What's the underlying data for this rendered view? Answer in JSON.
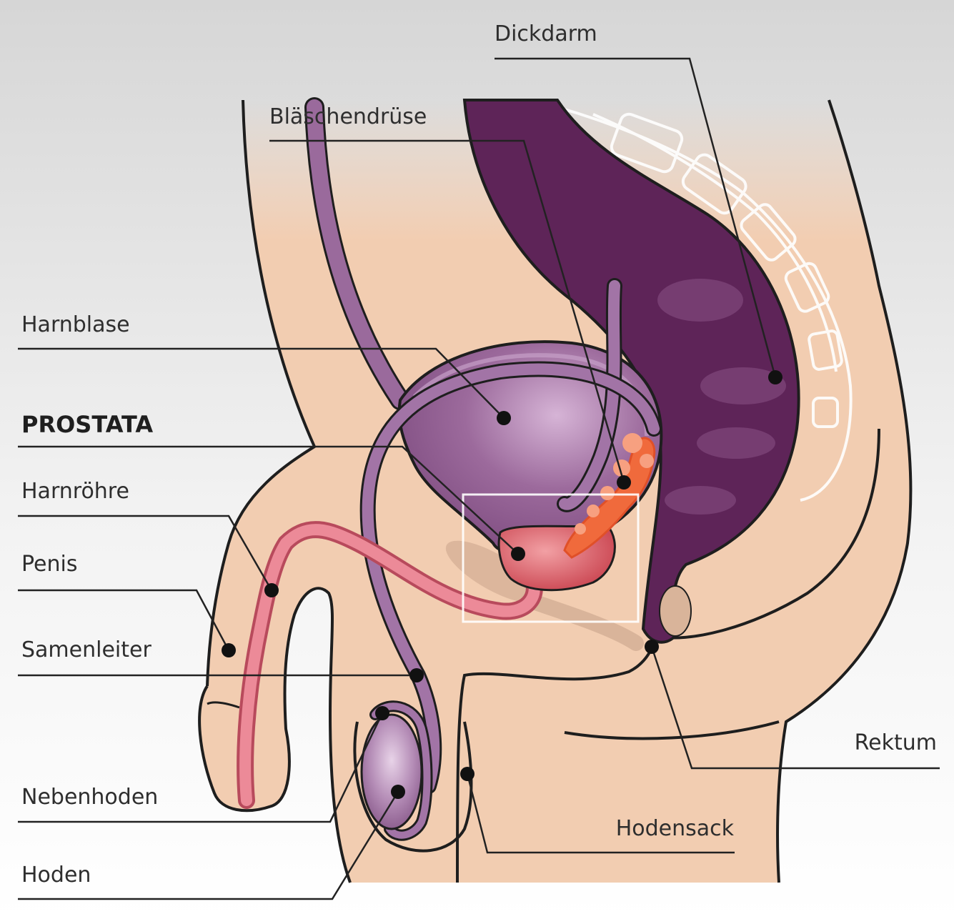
{
  "labels": {
    "dickdarm": "Dickdarm",
    "blaeschendruese": "Bläschendrüse",
    "harnblase": "Harnblase",
    "prostata": "PROSTATA",
    "harnroehre": "Harnröhre",
    "penis": "Penis",
    "samenleiter": "Samenleiter",
    "rektum": "Rektum",
    "hodensack": "Hodensack",
    "nebenhoden": "Nebenhoden",
    "hoden": "Hoden"
  },
  "colors": {
    "background_top": "#dcdcdc",
    "background_bottom": "#ffffff",
    "skin": "#f2cdb1",
    "organ_purple": "#8e5a8e",
    "colon_dark": "#5e2458",
    "urethra_pink": "#e87c8c",
    "prostate_red": "#d8505a",
    "seminal_orange": "#f06a3c",
    "leader_line": "#222222",
    "outline": "#1e1e1e"
  },
  "highlight_box": "prostate-region"
}
